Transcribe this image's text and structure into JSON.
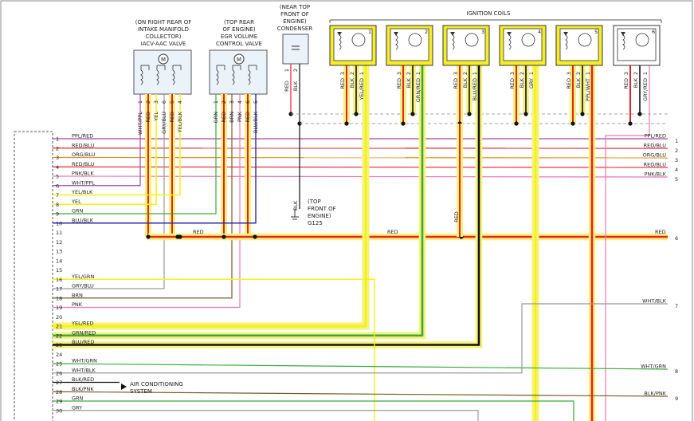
{
  "components": {
    "iacv_location": [
      "(ON RIGHT REAR OF",
      "INTAKE MANIFOLD",
      "COLLECTOR)",
      "IACV-AAC VALVE"
    ],
    "egr_location": [
      "(TOP REAR",
      "OF ENGINE)",
      "EGR VOLUME",
      "CONTROL VALVE"
    ],
    "condenser_location": [
      "(NEAR TOP",
      "FRONT OF",
      "ENGINE)",
      "CONDENSER"
    ],
    "ignition_coils_title": "IGNITION COILS",
    "ground_location": [
      "(TOP",
      "FRONT OF",
      "ENGINE)",
      "G125"
    ],
    "ac_label": [
      "AIR CONDITIONING",
      "SYSTEM"
    ],
    "motor_symbol": "M"
  },
  "iacv_pins": {
    "pins": [
      "1",
      "2",
      "3",
      "6",
      "5",
      "4"
    ],
    "wires": [
      "WHT/PPL",
      "RED",
      "YEL",
      "GRY/BLU",
      "RED",
      "YEL/BLK"
    ]
  },
  "egr_pins": {
    "pins": [
      "1",
      "2",
      "3",
      "4",
      "6",
      "5"
    ],
    "wires": [
      "GRN",
      "RED",
      "BRN",
      "PNK",
      "RED",
      "BLU/BLK"
    ]
  },
  "condenser_pins": {
    "pins": [
      "1",
      "2"
    ],
    "wires": [
      "RED",
      "BLK"
    ]
  },
  "coils": [
    {
      "number": "1",
      "pins": [
        "3",
        "2",
        "1"
      ],
      "wires": [
        "RED",
        "BLK",
        "YEL/RED"
      ]
    },
    {
      "number": "2",
      "pins": [
        "3",
        "2",
        "1"
      ],
      "wires": [
        "RED",
        "BLK",
        "GRN/RED"
      ]
    },
    {
      "number": "3",
      "pins": [
        "3",
        "2",
        "1"
      ],
      "wires": [
        "RED",
        "BLK",
        "BLU/RED"
      ]
    },
    {
      "number": "4",
      "pins": [
        "3",
        "2",
        "1"
      ],
      "wires": [
        "RED",
        "BLK",
        "GRY"
      ]
    },
    {
      "number": "5",
      "pins": [
        "3",
        "2",
        "1"
      ],
      "wires": [
        "RED",
        "BLK",
        "PPL/WHT"
      ]
    },
    {
      "number": "6",
      "pins": [
        "3",
        "2",
        "1"
      ],
      "wires": [
        "RED",
        "BLK",
        "GRY/RED"
      ]
    }
  ],
  "mid_labels": {
    "blk_vertical": "BLK",
    "red_vertical": "RED",
    "red_bus_a": "RED",
    "red_bus_b": "RED",
    "red_bus_c": "RED"
  },
  "ecm_rows": [
    {
      "num": "1",
      "wire": "PPL/RED"
    },
    {
      "num": "2",
      "wire": "RED/BLU"
    },
    {
      "num": "3",
      "wire": "ORG/BLU"
    },
    {
      "num": "4",
      "wire": "RED/BLU"
    },
    {
      "num": "5",
      "wire": "PNK/BLK"
    },
    {
      "num": "6",
      "wire": "WHT/PPL"
    },
    {
      "num": "7",
      "wire": "YEL/BLK"
    },
    {
      "num": "8",
      "wire": "YEL"
    },
    {
      "num": "9",
      "wire": "GRN"
    },
    {
      "num": "10",
      "wire": "BLU/BLK"
    },
    {
      "num": "11",
      "wire": ""
    },
    {
      "num": "12",
      "wire": ""
    },
    {
      "num": "13",
      "wire": ""
    },
    {
      "num": "14",
      "wire": ""
    },
    {
      "num": "15",
      "wire": ""
    },
    {
      "num": "16",
      "wire": "YEL/GRN"
    },
    {
      "num": "17",
      "wire": "GRY/BLU"
    },
    {
      "num": "18",
      "wire": "BRN"
    },
    {
      "num": "19",
      "wire": "PNK"
    },
    {
      "num": "20",
      "wire": ""
    },
    {
      "num": "21",
      "wire": "YEL/RED"
    },
    {
      "num": "22",
      "wire": "GRN/RED"
    },
    {
      "num": "23",
      "wire": "BLU/RED"
    },
    {
      "num": "24",
      "wire": ""
    },
    {
      "num": "25",
      "wire": "WHT/GRN"
    },
    {
      "num": "26",
      "wire": "WHT/BLK"
    },
    {
      "num": "27",
      "wire": "BLK/RED"
    },
    {
      "num": "28",
      "wire": "BLK/PNK"
    },
    {
      "num": "29",
      "wire": "GRN"
    },
    {
      "num": "30",
      "wire": "GRY"
    }
  ],
  "right_rows": [
    {
      "num": "1",
      "wire": "PPL/RED"
    },
    {
      "num": "2",
      "wire": "RED/BLU"
    },
    {
      "num": "3",
      "wire": "ORG/BLU"
    },
    {
      "num": "4",
      "wire": "RED/BLU"
    },
    {
      "num": "5",
      "wire": "PNK/BLK"
    },
    {
      "num": "6",
      "wire": "RED"
    },
    {
      "num": "7",
      "wire": "WHT/BLK"
    },
    {
      "num": "8",
      "wire": "WHT/GRN"
    },
    {
      "num": "9",
      "wire": "BLK/PNK"
    }
  ],
  "colors": {
    "red": "#e8202a",
    "yellow": "#f5f21a",
    "highlight": "#f5f27a",
    "blue": "#2a2aaa",
    "green": "#3aaa3a",
    "pink": "#e87ab0",
    "purple": "#a04aa0",
    "gray": "#999999",
    "brown": "#7a5a2a",
    "orange": "#e89020",
    "black": "#111111",
    "coil_bg": "#f5ec2a"
  }
}
